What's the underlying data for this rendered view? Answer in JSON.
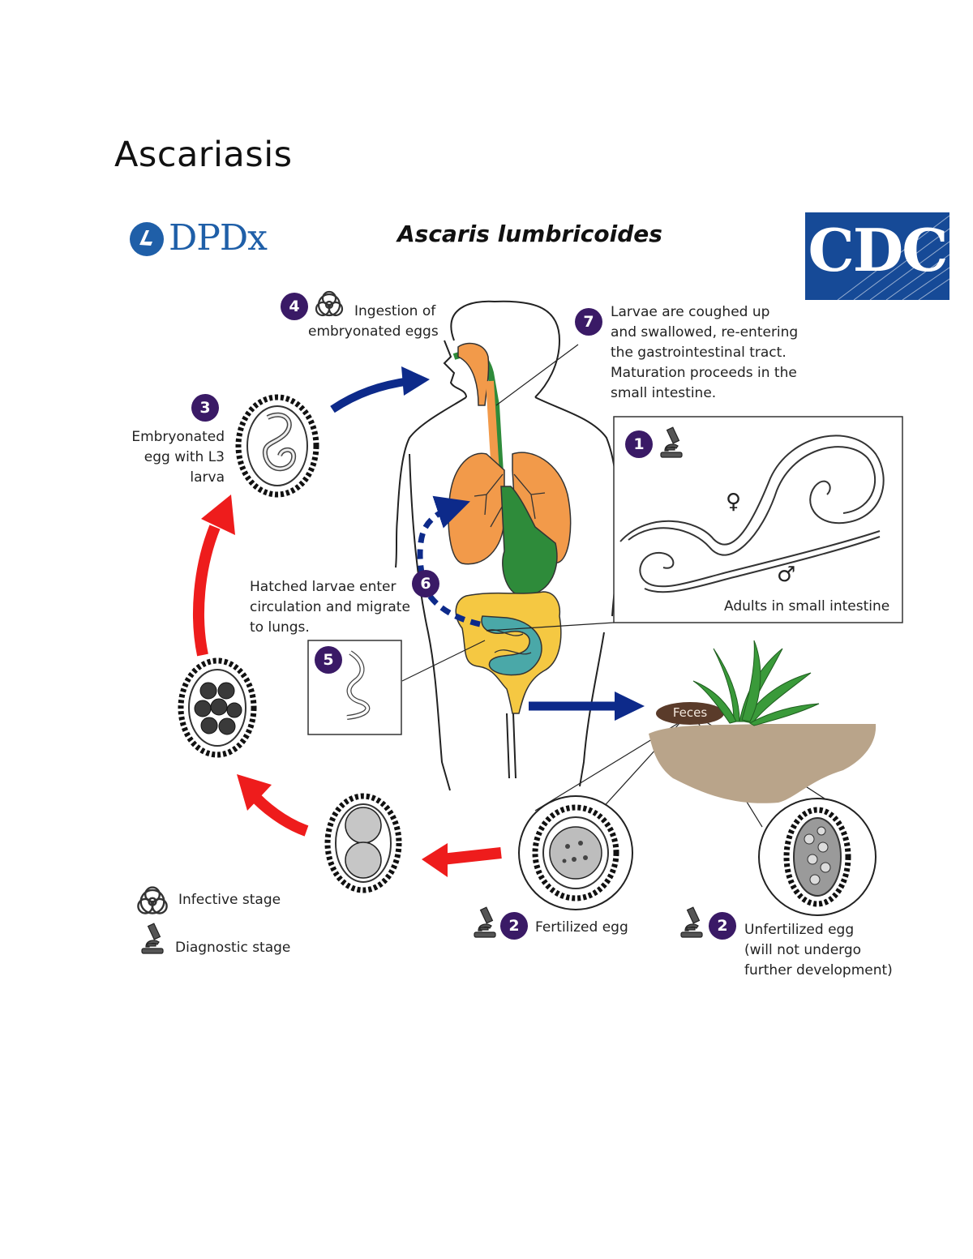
{
  "page": {
    "title": "Ascariasis"
  },
  "header": {
    "left_logo_text": "DPDx",
    "species_title": "Ascaris lumbricoides",
    "right_logo_text": "CDC"
  },
  "steps": {
    "s1": {
      "number": "1",
      "label": "Adults in small intestine"
    },
    "s2_fertilized": {
      "number": "2",
      "label": "Fertilized egg"
    },
    "s2_unfertilized": {
      "number": "2",
      "label_lines": [
        "Unfertilized egg",
        "(will not undergo",
        "further development)"
      ]
    },
    "s3": {
      "number": "3",
      "label_lines": [
        "Embryonated",
        "egg with L3",
        "larva"
      ]
    },
    "s4": {
      "number": "4",
      "label_lines": [
        "Ingestion of",
        "embryonated eggs"
      ]
    },
    "s5": {
      "number": "5"
    },
    "s6": {
      "number": "6",
      "label_lines": [
        "Hatched larvae enter",
        "circulation and migrate",
        "to lungs."
      ]
    },
    "s7": {
      "number": "7",
      "label_lines": [
        "Larvae are coughed up",
        "and swallowed, re-entering",
        "the gastrointestinal tract.",
        "Maturation proceeds in the",
        "small intestine."
      ]
    }
  },
  "symbols": {
    "female": "♀",
    "male": "♂"
  },
  "feces_label": "Feces",
  "legend": {
    "infective": {
      "icon": "biohazard-icon",
      "label": "Infective stage"
    },
    "diagnostic": {
      "icon": "microscope-icon",
      "label": "Diagnostic stage"
    }
  },
  "colors": {
    "step_circle": "#3a1a66",
    "blue_arrow": "#0d2a8a",
    "red_arrow": "#ee1c1c",
    "lungs": "#f29a4a",
    "esophagus": "#2e8b3a",
    "large_intestine": "#f5c842",
    "small_intestine": "#4aa8a8",
    "soil": "#b9a48a",
    "dpdx_blue": "#1f5fa8",
    "cdc_blue": "#164a97"
  }
}
